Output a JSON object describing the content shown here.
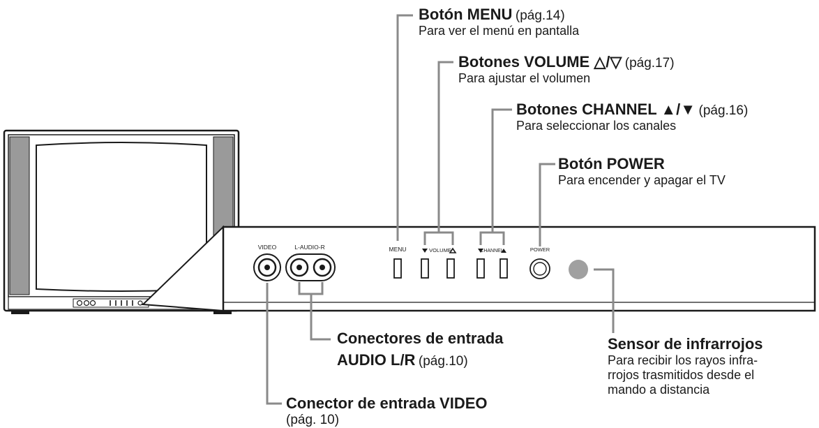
{
  "callouts": {
    "menu": {
      "title": "Botón MENU",
      "ref": "(pág.14)",
      "desc": "Para ver el menú en pantalla"
    },
    "volume": {
      "title": "Botones VOLUME △/▽",
      "ref": "(pág.17)",
      "desc": "Para ajustar el volumen"
    },
    "channel": {
      "title": "Botones CHANNEL ▲/▼",
      "ref": "(pág.16)",
      "desc": "Para seleccionar los canales"
    },
    "power": {
      "title": "Botón POWER",
      "desc": "Para encender y apagar el TV"
    },
    "audio": {
      "title_line1": "Conectores de entrada",
      "title_line2": "AUDIO L/R",
      "ref": "(pág.10)"
    },
    "sensor": {
      "title": "Sensor de infrarrojos",
      "desc_lines": [
        "Para recibir los rayos infra-",
        "rrojos trasmitidos desde el",
        "mando a distancia"
      ]
    },
    "video": {
      "title": "Conector de entrada VIDEO",
      "ref": "(pág. 10)"
    }
  },
  "panel_labels": {
    "video": "VIDEO",
    "audio": "L-AUDIO-R",
    "menu": "MENU",
    "volume": "VOLUME",
    "channel": "CHANNEL",
    "power": "POWER"
  },
  "colors": {
    "leader": "#8a8a8a",
    "sensor": "#a0a0a0",
    "outline": "#1a1a1a",
    "grille": "#9a9a9a"
  }
}
